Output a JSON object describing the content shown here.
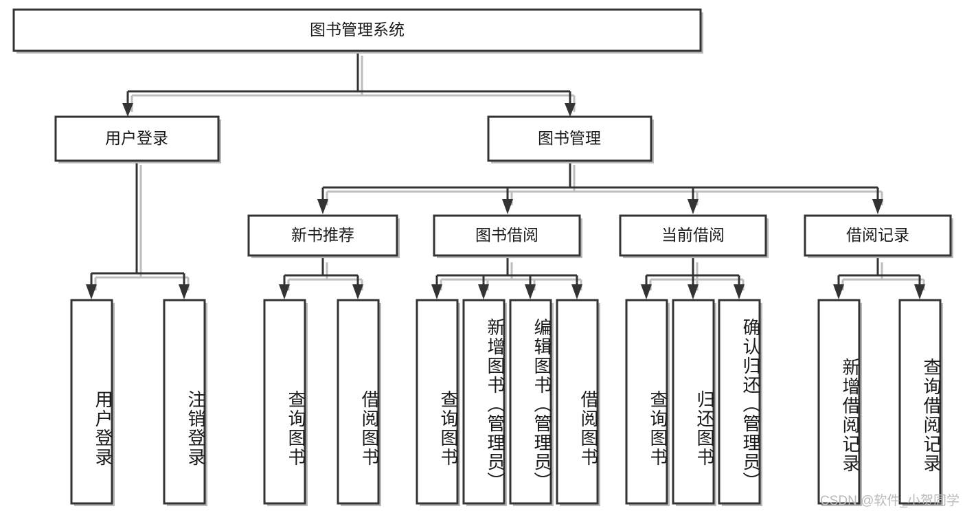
{
  "diagram": {
    "type": "tree",
    "title": "图书管理系统",
    "root": {
      "id": "root",
      "label": "图书管理系统"
    },
    "level2": [
      {
        "id": "login",
        "label": "用户登录"
      },
      {
        "id": "bookmgmt",
        "label": "图书管理"
      }
    ],
    "level3": [
      {
        "id": "newbook",
        "label": "新书推荐",
        "parent": "bookmgmt"
      },
      {
        "id": "borrow",
        "label": "图书借阅",
        "parent": "bookmgmt"
      },
      {
        "id": "current",
        "label": "当前借阅",
        "parent": "bookmgmt"
      },
      {
        "id": "record",
        "label": "借阅记录",
        "parent": "bookmgmt"
      }
    ],
    "leaves": [
      {
        "id": "leaf-1",
        "label": "用户登录",
        "parent": "login"
      },
      {
        "id": "leaf-2",
        "label": "注销登录",
        "parent": "login"
      },
      {
        "id": "leaf-3",
        "label": "查询图书",
        "parent": "newbook"
      },
      {
        "id": "leaf-4",
        "label": "借阅图书",
        "parent": "newbook"
      },
      {
        "id": "leaf-5",
        "label": "查询图书",
        "parent": "borrow"
      },
      {
        "id": "leaf-6",
        "label": "新增图书（管理员）",
        "parent": "borrow"
      },
      {
        "id": "leaf-7",
        "label": "编辑图书（管理员）",
        "parent": "borrow"
      },
      {
        "id": "leaf-8",
        "label": "借阅图书",
        "parent": "borrow"
      },
      {
        "id": "leaf-9",
        "label": "查询图书",
        "parent": "current"
      },
      {
        "id": "leaf-10",
        "label": "归还图书",
        "parent": "current"
      },
      {
        "id": "leaf-11",
        "label": "确认归还（管理员）",
        "parent": "current"
      },
      {
        "id": "leaf-12",
        "label": "新增借阅记录",
        "parent": "record"
      },
      {
        "id": "leaf-13",
        "label": "查询借阅记录",
        "parent": "record"
      }
    ]
  },
  "watermark": {
    "text": "CSDN @软件_小贺同学"
  },
  "colors": {
    "box_stroke": "#333333",
    "box_fill": "#ffffff",
    "connector": "#333333",
    "shadow": "#b8b8b8",
    "text": "#1a1a1a",
    "watermark": "#b9b9b9",
    "background": "#ffffff"
  }
}
